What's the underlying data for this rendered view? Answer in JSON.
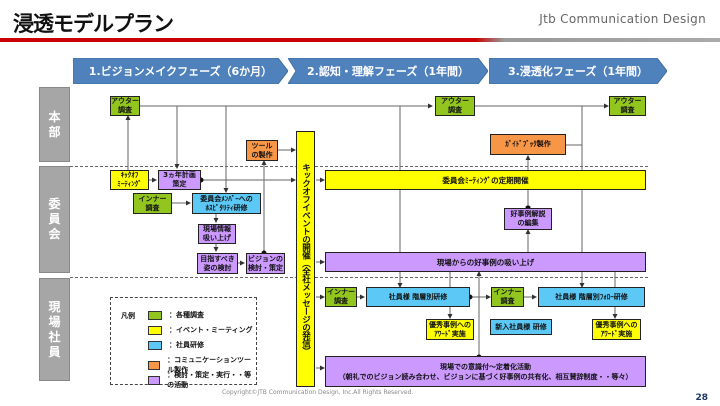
{
  "header": {
    "title": "浸透モデルプラン",
    "brand": "Jtb Communication Design"
  },
  "phases": [
    {
      "label": "1.ビジョンメイクフェーズ（6か月）"
    },
    {
      "label": "2.認知・理解フェーズ（1年間）"
    },
    {
      "label": "3.浸透化フェーズ（1年間）"
    }
  ],
  "lanes": [
    {
      "label": "本部",
      "chars": [
        "本",
        "部"
      ]
    },
    {
      "label": "委員会",
      "chars": [
        "委",
        "員",
        "会"
      ]
    },
    {
      "label": "現場社員",
      "chars": [
        "現",
        "場",
        "社",
        "員"
      ]
    }
  ],
  "nodes": {
    "outer_survey_1": "アウター\n調査",
    "outer_survey_2": "アウター\n調査",
    "outer_survey_3": "アウター\n調査",
    "tool_production": "ツール\nの製作",
    "guidebook_production": "ｶﾞｲﾄﾞﾌﾞｯｸ製作",
    "kickoff_meeting": "ｷｯｸｵﾌ\nﾐｰﾃｨﾝｸﾞ",
    "three_year_plan": "3ヵ年計画\n策定",
    "inner_survey_committee": "インナー\n調査",
    "hospitality_training": "委員会ﾒﾝﾊﾞｰへの\nﾎｽﾋﾟﾀﾘﾃｨ研修",
    "field_info": "現場情報\n吸い上げ",
    "ideal_state": "目指すべき\n姿の検討",
    "vision_decision": "ビジョンの\n検討・策定",
    "kickoff_event": "キックオフイベントの開催（全社メッセージの発信）",
    "committee_meetings": "委員会ﾐｰﾃｨﾝｸﾞの定期開催",
    "good_case_editing": "好事例解説\nの編集",
    "good_case_collection": "現場からの好事例の吸い上げ",
    "inner_survey_field_1": "インナー\n調査",
    "employee_tiered_training": "社員様 階層別研修",
    "award_1": "優秀事例への\nｱﾜｰﾄﾞ実施",
    "inner_survey_field_2": "インナー\n調査",
    "new_employee_training": "新入社員様 研修",
    "employee_tiered_followup": "社員様 階層別ﾌｫﾛｰ研修",
    "award_2": "優秀事例への\nｱﾜｰﾄﾞ実施",
    "field_activity_line1": "現場での意識付～定着化活動",
    "field_activity_line2": "（朝礼でのビジョン読み合わせ、ビジョンに基づく好事例の共有化、相互賛辞制度・・等々）"
  },
  "legend": {
    "title": "凡例",
    "items": [
      {
        "label": "：各種調査",
        "color": "#92c61e"
      },
      {
        "label": "：イベント・ミーティング",
        "color": "#ffff00"
      },
      {
        "label": "：社員研修",
        "color": "#5bc8f5"
      },
      {
        "label": "：コミュニケーションツール製作",
        "color": "#f79646"
      },
      {
        "label": "：検討・策定・実行・・等の活動",
        "color": "#cc99ff"
      }
    ]
  },
  "colors": {
    "phase_arrow": "#4f81bd",
    "header_rule": "#cc0000",
    "lane_label": "#a6a6a6"
  },
  "footer": {
    "copyright": "Copyright©JTB Communication Design, Inc.All Rights Reserved.",
    "page_number": "28"
  }
}
